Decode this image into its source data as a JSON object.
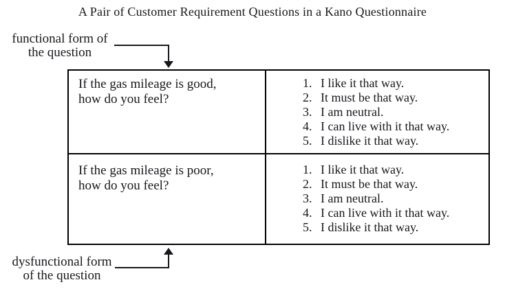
{
  "title": "A Pair of Customer Requirement Questions in a Kano Questionnaire",
  "functional_label": {
    "line1": "functional form of",
    "line2": "the question"
  },
  "dysfunctional_label": {
    "line1": "dysfunctional form",
    "line2": "of the question"
  },
  "table": {
    "rows": [
      {
        "question_line1": "If the gas mileage is good,",
        "question_line2": "how do you feel?",
        "options": [
          {
            "num": "1.",
            "text": "I like it that way."
          },
          {
            "num": "2.",
            "text": "It must be that way."
          },
          {
            "num": "3.",
            "text": "I am neutral."
          },
          {
            "num": "4.",
            "text": "I can live with it that way."
          },
          {
            "num": "5.",
            "text": "I dislike it that way."
          }
        ]
      },
      {
        "question_line1": "If the gas mileage is poor,",
        "question_line2": "how do you feel?",
        "options": [
          {
            "num": "1.",
            "text": "I like it that way."
          },
          {
            "num": "2.",
            "text": "It must be that way."
          },
          {
            "num": "3.",
            "text": "I am neutral."
          },
          {
            "num": "4.",
            "text": "I can live with it that way."
          },
          {
            "num": "5.",
            "text": "I dislike it that way."
          }
        ]
      }
    ]
  },
  "colors": {
    "ink": "#17171d",
    "border": "#000000",
    "background": "#ffffff"
  }
}
